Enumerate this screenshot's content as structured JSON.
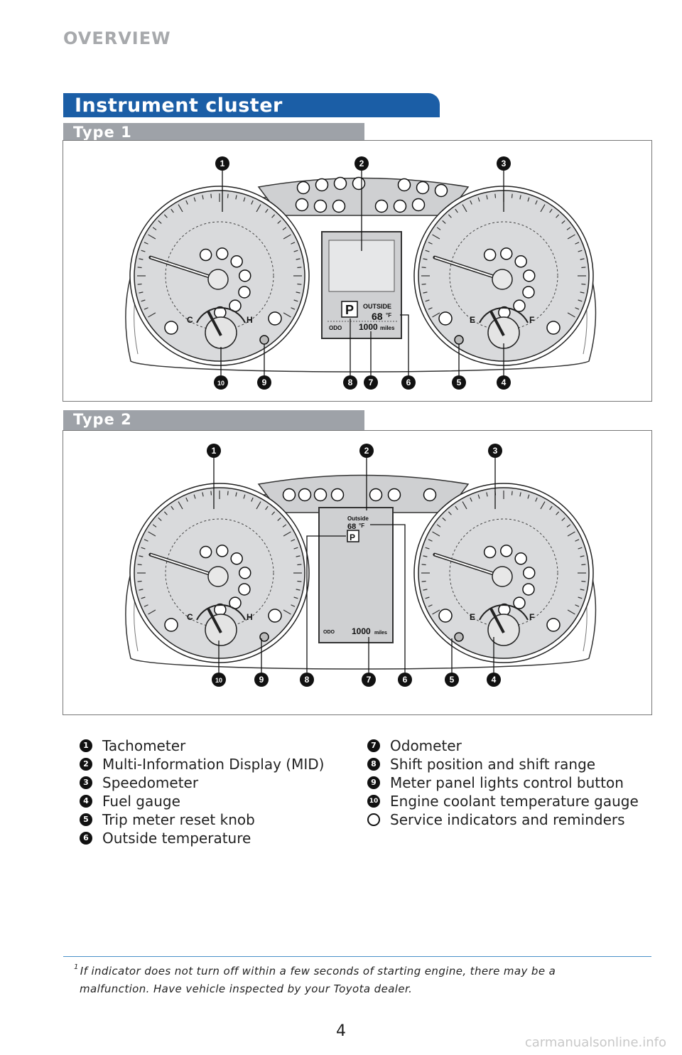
{
  "header": {
    "section": "OVERVIEW"
  },
  "title": "Instrument cluster",
  "types": [
    {
      "label": "Type 1"
    },
    {
      "label": "Type 2"
    }
  ],
  "display_type1": {
    "outside": "OUTSIDE",
    "temp": "68",
    "unit": "°F",
    "shift": "P",
    "odo": "ODO",
    "odo_value": "1000",
    "odo_unit": "miles",
    "gauge_c": "C",
    "gauge_h": "H",
    "gauge_e": "E",
    "gauge_f": "F"
  },
  "display_type2": {
    "outside": "Outside",
    "temp": "68",
    "unit": "°F",
    "shift": "P",
    "odo": "ODO",
    "odo_value": "1000",
    "odo_unit": "miles",
    "gauge_c": "C",
    "gauge_h": "H",
    "gauge_e": "E",
    "gauge_f": "F"
  },
  "callouts": [
    "1",
    "2",
    "3",
    "4",
    "5",
    "6",
    "7",
    "8",
    "9",
    "10"
  ],
  "legend_left": [
    {
      "num": "1",
      "text": "Tachometer"
    },
    {
      "num": "2",
      "text": "Multi-Information Display (MID)"
    },
    {
      "num": "3",
      "text": "Speedometer"
    },
    {
      "num": "4",
      "text": "Fuel gauge"
    },
    {
      "num": "5",
      "text": "Trip meter reset knob"
    },
    {
      "num": "6",
      "text": "Outside temperature"
    }
  ],
  "legend_right": [
    {
      "num": "7",
      "text": "Odometer"
    },
    {
      "num": "8",
      "text": "Shift position and shift range"
    },
    {
      "num": "9",
      "text": "Meter panel lights control button"
    },
    {
      "num": "10",
      "text": "Engine coolant temperature gauge"
    },
    {
      "num": "",
      "text": "Service indicators and reminders"
    }
  ],
  "footnote": {
    "marker": "1",
    "line1": "If indicator does not turn off within a few seconds of starting engine, there may be a",
    "line2": "malfunction. Have vehicle inspected by your Toyota dealer."
  },
  "page_number": "4",
  "watermark": "carmanualsonline.info",
  "colors": {
    "title_bar": "#1b5ea6",
    "type_bar": "#9ea2a8",
    "header_text": "#a7a9ac",
    "gauge_face": "#d9dadc",
    "panel": "#cfd0d2"
  }
}
